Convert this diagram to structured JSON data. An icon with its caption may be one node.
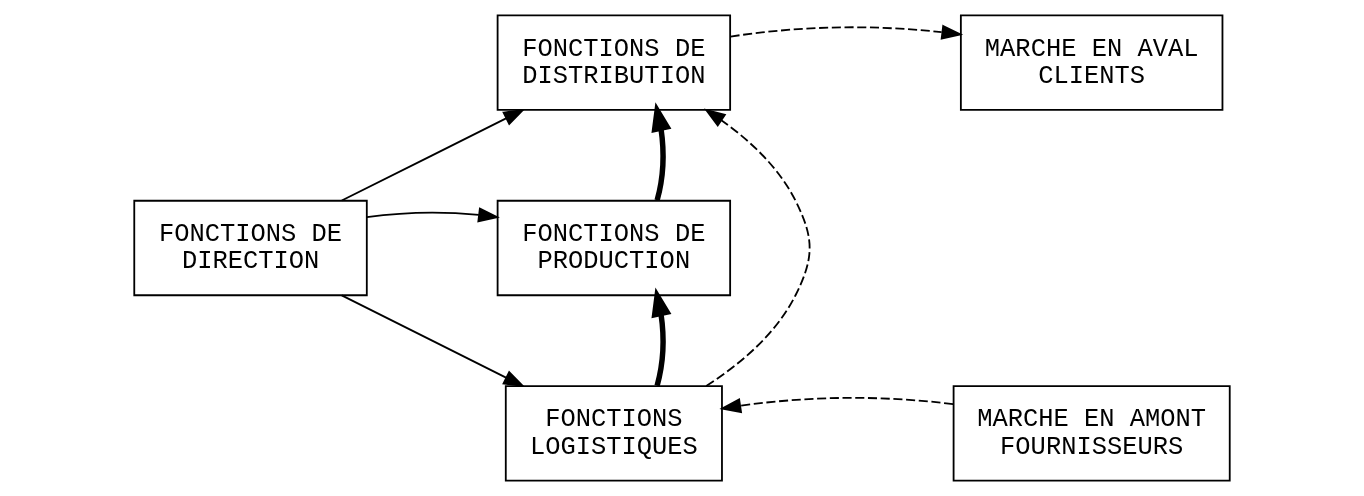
{
  "diagram": {
    "nodes": [
      {
        "text": [
          "FONCTIONS DE DIRECTION"
        ]
      },
      {
        "text": [
          "FONCTIONS DE DISTRIBUTION"
        ]
      },
      {
        "text": [
          "MARCHE EN AVAL CLIENTS"
        ]
      },
      {
        "text": [
          "FONCTIONS DE PRODUCTION"
        ]
      },
      {
        "text": [
          "FONCTIONS LOGISTIQUES"
        ]
      },
      {
        "text": [
          "MARCHE EN AMONT FOURNISSEURS"
        ]
      }
    ],
    "edges": [
      {
        "from": 0,
        "to": 1,
        "arrow": "to"
      },
      {
        "from": 0,
        "to": 3,
        "arrow": "to"
      },
      {
        "from": 0,
        "to": 4,
        "arrow": "to"
      },
      {
        "from": 1,
        "to": 2,
        "arrow": "to",
        "style": "dashed"
      },
      {
        "from": 3,
        "to": 1,
        "arrow": "to",
        "style": "thick"
      },
      {
        "from": 4,
        "to": 3,
        "arrow": "to",
        "style": "thick"
      },
      {
        "from": 4,
        "to": 1,
        "arrow": "to",
        "style": "dashed"
      },
      {
        "from": 5,
        "to": 4,
        "arrow": "to",
        "style": "dashed"
      }
    ]
  }
}
